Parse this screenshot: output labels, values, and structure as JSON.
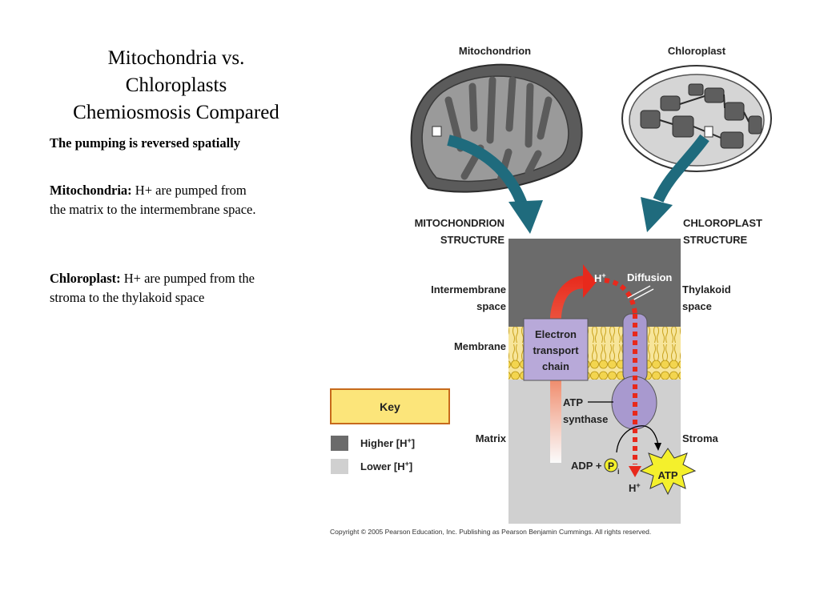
{
  "slide": {
    "title_lines": [
      "Mitochondria vs.",
      "Chloroplasts",
      "Chemiosmosis Compared"
    ],
    "subtitle": "The pumping is reversed spatially",
    "mito_label": "Mitochondria:",
    "mito_text_lines": [
      "H+ are pumped from",
      "the matrix to the intermembrane space."
    ],
    "chloro_label": "Chloroplast:",
    "chloro_text_lines": [
      "H+ are pumped from the",
      "stroma to the thylakoid space"
    ]
  },
  "diagram": {
    "mitochondrion_heading": "Mitochondrion",
    "chloroplast_heading": "Chloroplast",
    "mito_structure": [
      "MITOCHONDRION",
      "STRUCTURE"
    ],
    "chloro_structure": [
      "CHLOROPLAST",
      "STRUCTURE"
    ],
    "intermembrane": [
      "Intermembrane",
      "space"
    ],
    "membrane": "Membrane",
    "matrix": "Matrix",
    "thylakoid": [
      "Thylakoid",
      "space"
    ],
    "stroma": "Stroma",
    "etc": [
      "Electron",
      "transport",
      "chain"
    ],
    "h_top": "H",
    "h_top_sup": "+",
    "diffusion": "Diffusion",
    "atp_synthase": [
      "ATP",
      "synthase"
    ],
    "adp_plus": "ADP +",
    "pi_letter": "P",
    "pi_sub": "i",
    "h_bottom": "H",
    "h_bottom_sup": "+",
    "atp": "ATP",
    "key_title": "Key",
    "key_higher": "Higher [H",
    "key_lower": "Lower [H",
    "key_sup": "+",
    "key_close": "]",
    "copyright": "Copyright © 2005 Pearson Education, Inc. Publishing as Pearson Benjamin Cummings. All rights reserved.",
    "colors": {
      "higher": "#6b6b6b",
      "lower": "#d0d0d0",
      "key_fill": "#fce57a",
      "key_border": "#c76a1c",
      "etc_fill": "#b8a9d9",
      "synthase_fill": "#a899cf",
      "membrane_yellow": "#f3d54f",
      "arrow_teal": "#1f6b7d",
      "pump_red": "#e8291c",
      "atp_star": "#f4f02c"
    }
  }
}
